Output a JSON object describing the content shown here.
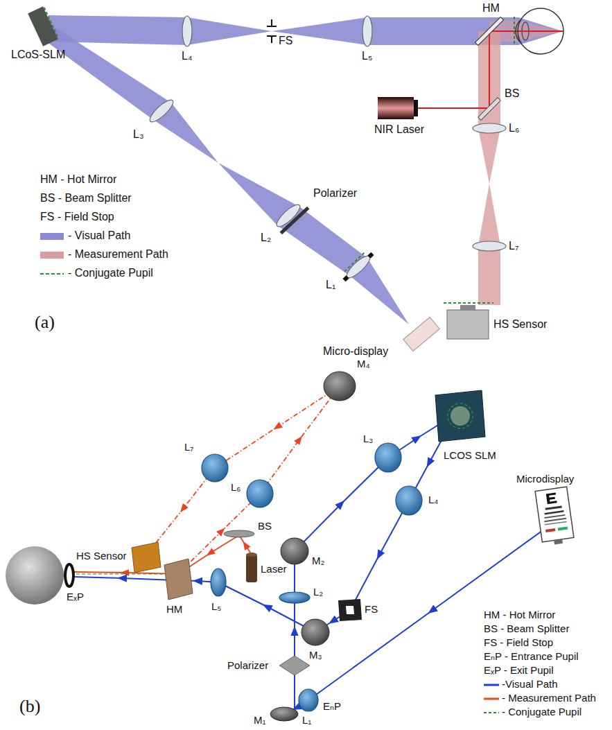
{
  "diagram": {
    "labels": [
      "LCoS-SLM",
      "L₄",
      "FS",
      "L₅",
      "HM",
      "NIR Laser",
      "BS",
      "L₆",
      "L₃",
      "Polarizer",
      "L₂",
      "L₁",
      "Micro-display",
      "L₇",
      "HS Sensor",
      "(a)",
      "M₄",
      "L₇",
      "L₆",
      "HS Sensor",
      "BS",
      "Laser",
      "LCOS SLM",
      "L₃",
      "L₄",
      "Microdisplay",
      "M₂",
      "L₂",
      "FS",
      "M₃",
      "EₓP",
      "HM",
      "L₅",
      "Polarizer",
      "M₁",
      "L₁",
      "EₙP",
      "(b)"
    ],
    "legend": [
      {
        "text": "HM - Hot Mirror"
      },
      {
        "text": "BS - Beam Splitter"
      },
      {
        "text": "FS - Field Stop"
      },
      {
        "text": "- Visual Path",
        "color": "#8c8bd1"
      },
      {
        "text": "- Measurement Path",
        "color": "#d99c9c"
      },
      {
        "text": "- Conjugate Pupil"
      },
      {
        "text": "HM - Hot Mirror"
      },
      {
        "text": "BS - Beam Splitter"
      },
      {
        "text": "FS - Field Stop"
      },
      {
        "text": "EₙP - Entrance Pupil"
      },
      {
        "text": "EₓP - Exit Pupil"
      },
      {
        "text": "-Visual Path"
      },
      {
        "text": "- Measurement Path"
      },
      {
        "text": "- Conjugate Pupil"
      }
    ]
  }
}
